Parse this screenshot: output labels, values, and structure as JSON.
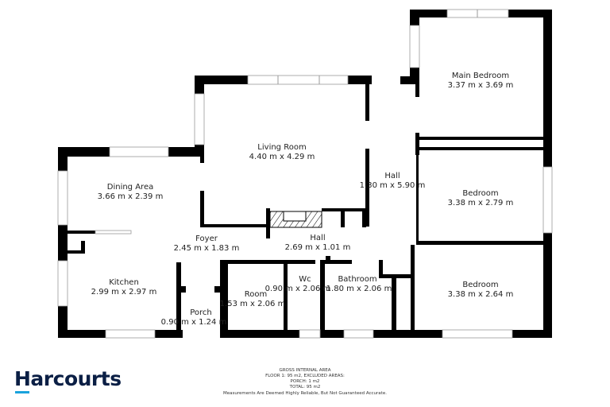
{
  "rooms": {
    "main_bedroom": {
      "name": "Main Bedroom",
      "size": "3.37 m x 3.69 m"
    },
    "living_room": {
      "name": "Living Room",
      "size": "4.40 m x 4.29 m"
    },
    "hall_vertical": {
      "name": "Hall",
      "size": "1.30 m x 5.90 m"
    },
    "dining_area": {
      "name": "Dining Area",
      "size": "3.66 m x 2.39 m"
    },
    "bedroom_2": {
      "name": "Bedroom",
      "size": "3.38 m x 2.79 m"
    },
    "foyer": {
      "name": "Foyer",
      "size": "2.45 m x 1.83 m"
    },
    "hall_horizontal": {
      "name": "Hall",
      "size": "2.69 m x 1.01 m"
    },
    "kitchen": {
      "name": "Kitchen",
      "size": "2.99 m x 2.97 m"
    },
    "wc": {
      "name": "Wc",
      "size": "0.90 m x 2.06 m"
    },
    "bathroom": {
      "name": "Bathroom",
      "size": "1.80 m x 2.06 m"
    },
    "bedroom_3": {
      "name": "Bedroom",
      "size": "3.38 m x 2.64 m"
    },
    "room": {
      "name": "Room",
      "size": "1.53 m x 2.06 m"
    },
    "porch": {
      "name": "Porch",
      "size": "0.90 m x 1.24 m"
    }
  },
  "area_note": {
    "line1": "GROSS INTERNAL AREA",
    "line2": "FLOOR 1: 95 m2, EXCLUDED AREAS:",
    "line3": "PORCH: 1 m2",
    "line4": "TOTAL: 95 m2",
    "line5": "Measurements Are Deemed Highly Reliable, But Not Guaranteed Accurate."
  },
  "logo": {
    "text": "Harcourts",
    "color": "#0b1f45",
    "accent": "#19a3dc"
  },
  "colors": {
    "wall": "#000000",
    "background": "#ffffff"
  }
}
